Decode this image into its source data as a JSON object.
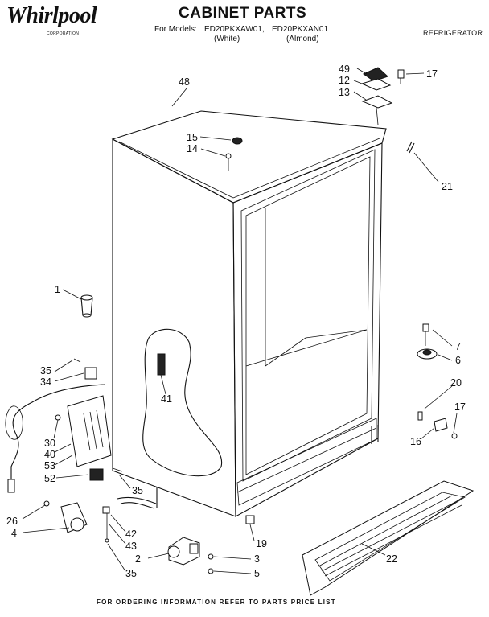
{
  "header": {
    "brand": "Whirlpool",
    "brand_sub": "CORPORATION",
    "title": "CABINET PARTS",
    "models_label": "For Models:",
    "model_white": "ED20PKXAW01,",
    "model_almond": "ED20PKXAN01",
    "variant_white": "(White)",
    "variant_almond": "(Almond)",
    "section": "REFRIGERATOR"
  },
  "callouts": [
    "49",
    "12",
    "13",
    "17",
    "48",
    "15",
    "14",
    "21",
    "1",
    "7",
    "6",
    "35",
    "34",
    "20",
    "17",
    "41",
    "30",
    "40",
    "53",
    "16",
    "52",
    "35",
    "26",
    "4",
    "42",
    "19",
    "43",
    "3",
    "2",
    "22",
    "5",
    "35"
  ],
  "footer": "FOR ORDERING INFORMATION REFER TO PARTS PRICE LIST"
}
